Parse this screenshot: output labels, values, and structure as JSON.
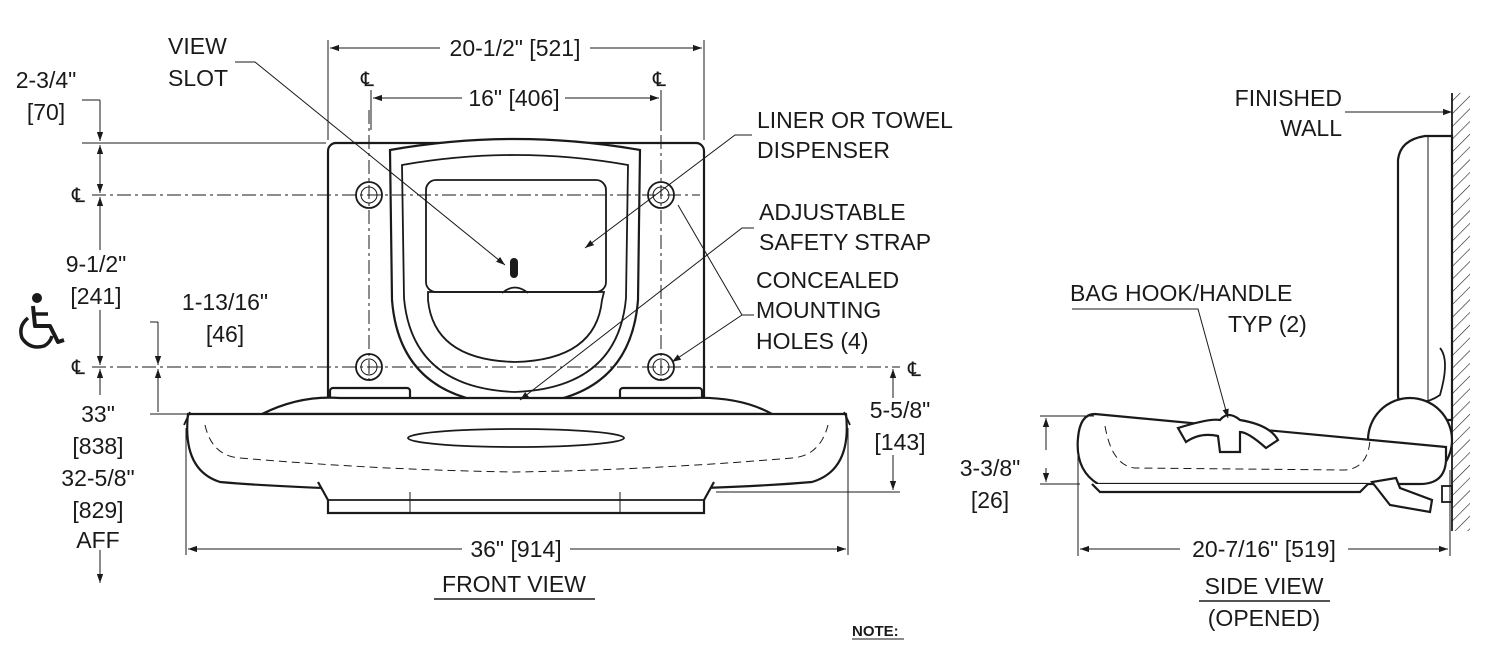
{
  "labels": {
    "view_slot_1": "VIEW",
    "view_slot_2": "SLOT",
    "overall_width": "20-1/2\" [521]",
    "mount_spacing": "16\" [406]",
    "top_offset_1": "2-3/4\"",
    "top_offset_2": "[70]",
    "vertical_spacing_1": "9-1/2\"",
    "vertical_spacing_2": "[241]",
    "hole_to_rim_1": "1-13/16\"",
    "hole_to_rim_2": "[46]",
    "aff_1": "33\"",
    "aff_2": "[838]",
    "aff_3": "32-5/8\"",
    "aff_4": "[829]",
    "aff_5": "AFF",
    "liner_1": "LINER OR TOWEL",
    "liner_2": "DISPENSER",
    "strap_1": "ADJUSTABLE",
    "strap_2": "SAFETY STRAP",
    "holes_1": "CONCEALED",
    "holes_2": "MOUNTING",
    "holes_3": "HOLES (4)",
    "depth_1": "5-5/8\"",
    "depth_2": "[143]",
    "bed_width": "36\" [914]",
    "front_view": "FRONT VIEW",
    "finished_wall_1": "FINISHED",
    "finished_wall_2": "WALL",
    "bag_hook_1": "BAG HOOK/HANDLE",
    "bag_hook_2": "TYP (2)",
    "side_thickness_1": "3-3/8\"",
    "side_thickness_2": "[26]",
    "side_depth": "20-7/16\" [519]",
    "side_view_1": "SIDE VIEW",
    "side_view_2": "(OPENED)",
    "note": "NOTE:",
    "centerline": "℄"
  },
  "icons": {
    "accessibility": "wheelchair-icon"
  }
}
